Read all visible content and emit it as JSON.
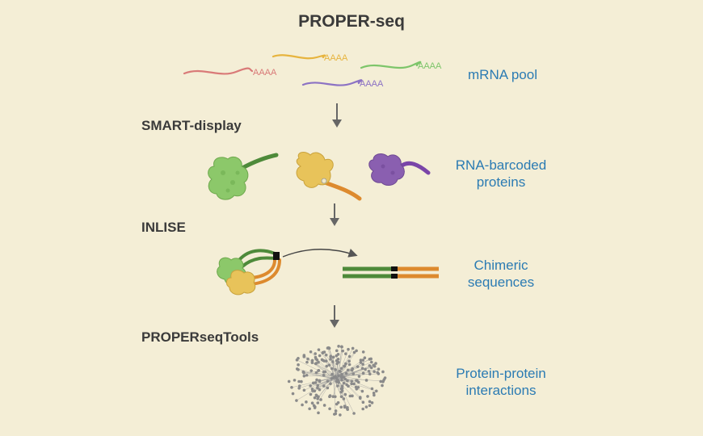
{
  "title": "PROPER-seq",
  "steps": {
    "smart": "SMART-display",
    "inlise": "INLISE",
    "tools": "PROPERseqTools"
  },
  "outputs": {
    "mrna": "mRNA pool",
    "barcoded_1": "RNA-barcoded",
    "barcoded_2": "proteins",
    "chimeric_1": "Chimeric",
    "chimeric_2": "sequences",
    "ppi_1": "Protein-protein",
    "ppi_2": "interactions"
  },
  "polya": "AAAA",
  "colors": {
    "background": "#f4eed6",
    "label_dark": "#3a3a3a",
    "label_blue": "#2b7bb3",
    "arrow": "#666666",
    "rna_red": "#d97a78",
    "rna_yellow": "#e7b43e",
    "rna_green": "#7dc56a",
    "rna_purple": "#8c72c4",
    "protein_green": "#8cc86a",
    "protein_yellow": "#e8c35a",
    "protein_purple": "#8a5fb0",
    "barcode_green": "#4e8a3a",
    "barcode_orange": "#dd8a2e",
    "network_node": "#8a8a8a"
  }
}
